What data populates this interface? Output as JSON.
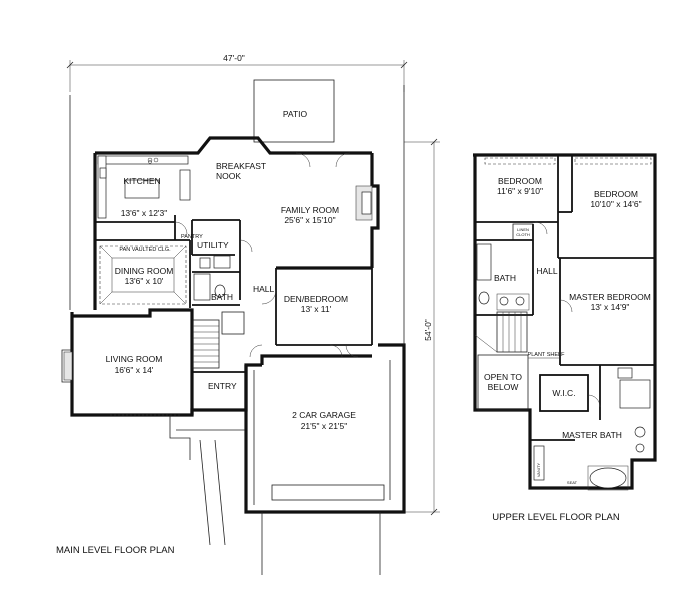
{
  "dimensions": {
    "width_label": "47'-0\"",
    "depth_label": "54'-0\""
  },
  "main_level": {
    "title": "MAIN LEVEL FLOOR PLAN",
    "rooms": {
      "patio": "PATIO",
      "breakfast_nook": [
        "BREAKFAST",
        "NOOK"
      ],
      "kitchen": {
        "name": "KITCHEN",
        "size": "13'6\" x 12'3\""
      },
      "family_room": {
        "name": "FAMILY ROOM",
        "size": "25'6\" x 15'10\""
      },
      "pantry": "PANTRY",
      "utility": "UTILITY",
      "pan_vaulted": "PAN VAULTED CLG.",
      "dining_room": {
        "name": "DINING ROOM",
        "size": "13'6\" x 10'"
      },
      "bath": "BATH",
      "hall": "HALL",
      "den_bedroom": {
        "name": "DEN/BEDROOM",
        "size": "13' x 11'"
      },
      "living_room": {
        "name": "LIVING ROOM",
        "size": "16'6\" x 14'"
      },
      "entry": "ENTRY",
      "garage": {
        "name": "2 CAR GARAGE",
        "size": "21'5\" x 21'5\""
      }
    }
  },
  "upper_level": {
    "title": "UPPER LEVEL FLOOR PLAN",
    "rooms": {
      "bedroom_1": {
        "name": "BEDROOM",
        "size": "11'6\" x 9'10\""
      },
      "bedroom_2": {
        "name": "BEDROOM",
        "size": "10'10\" x 14'6\""
      },
      "linen_cloth": [
        "LINEN",
        "CLOTH"
      ],
      "bath": "BATH",
      "hall": "HALL",
      "master_bedroom": {
        "name": "MASTER BEDROOM",
        "size": "13' x 14'9\""
      },
      "plant_shelf": "PLANT SHELF",
      "open_to_below": [
        "OPEN TO",
        "BELOW"
      ],
      "wic": "W.I.C.",
      "master_bath": "MASTER BATH",
      "vanity": "VANITY",
      "seat": "SEAT"
    }
  }
}
